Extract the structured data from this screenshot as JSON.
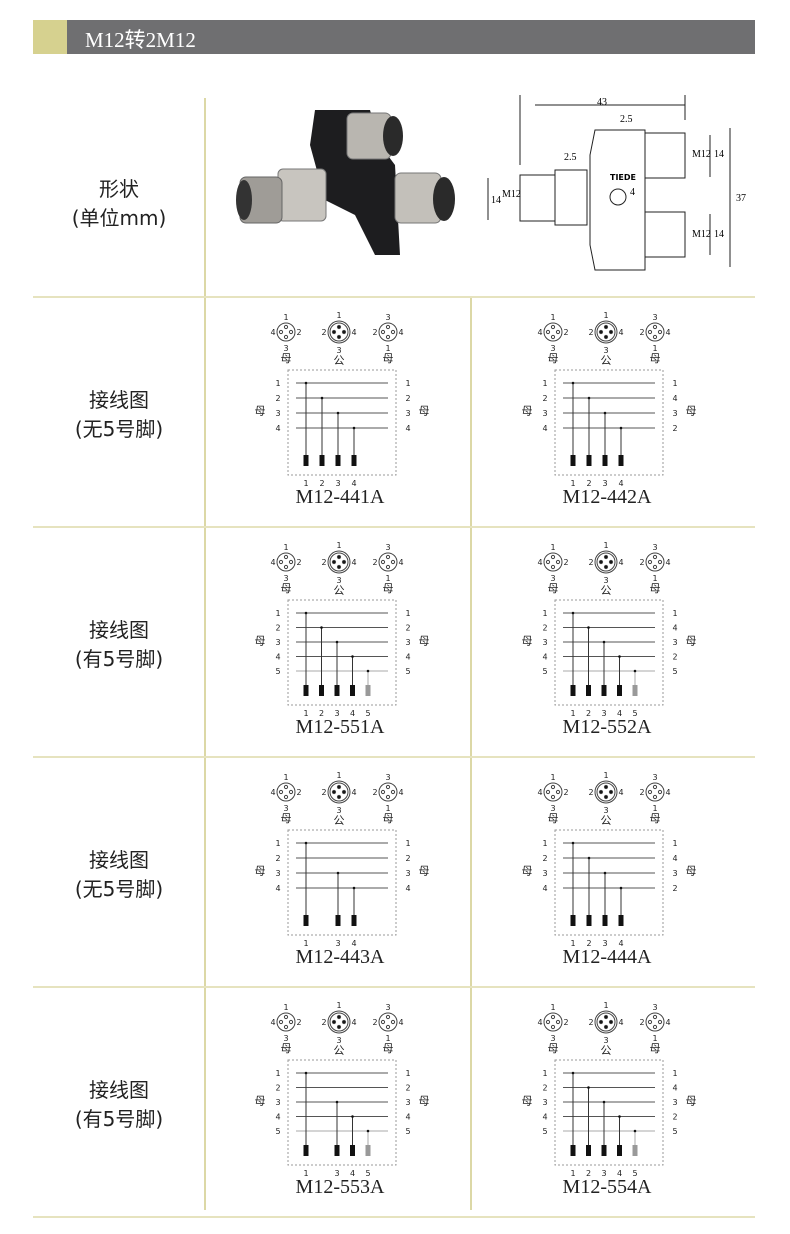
{
  "header": {
    "title": "M12转2M12",
    "accent_color": "#d6d18f",
    "bar_color": "#6f6f71"
  },
  "shape_row": {
    "label": "形状",
    "unit": "(单位mm)",
    "dimensions": {
      "overall_length": "43",
      "gap_top": "2.5",
      "gap_left": "2.5",
      "thread_left": "M12",
      "height_left": "14",
      "thread_top": "M12",
      "height_top": "14",
      "thread_bottom": "M12",
      "height_bottom": "14",
      "hole": "4",
      "overall_height": "37",
      "brand": "TIEDE"
    }
  },
  "connectors": {
    "female": "母",
    "male": "公",
    "left_female_pins": [
      "1",
      "4",
      "2",
      "3"
    ],
    "male_pins": [
      "1",
      "2",
      "4",
      "3"
    ],
    "right_female_pins": [
      "3",
      "2",
      "4",
      "1"
    ]
  },
  "rows": [
    {
      "label": "接线图",
      "sub": "(无5号脚)",
      "diagrams": [
        {
          "model": "M12-441A",
          "left": [
            "1",
            "2",
            "3",
            "4"
          ],
          "right": [
            "1",
            "2",
            "3",
            "4"
          ],
          "bottom": [
            "1",
            "2",
            "3",
            "4"
          ]
        },
        {
          "model": "M12-442A",
          "left": [
            "1",
            "2",
            "3",
            "4"
          ],
          "right": [
            "1",
            "4",
            "3",
            "2"
          ],
          "bottom": [
            "1",
            "2",
            "3",
            "4"
          ]
        }
      ]
    },
    {
      "label": "接线图",
      "sub": "(有5号脚)",
      "diagrams": [
        {
          "model": "M12-551A",
          "left": [
            "1",
            "2",
            "3",
            "4",
            "5"
          ],
          "right": [
            "1",
            "2",
            "3",
            "4",
            "5"
          ],
          "bottom": [
            "1",
            "2",
            "3",
            "4",
            "5"
          ]
        },
        {
          "model": "M12-552A",
          "left": [
            "1",
            "2",
            "3",
            "4",
            "5"
          ],
          "right": [
            "1",
            "4",
            "3",
            "2",
            "5"
          ],
          "bottom": [
            "1",
            "2",
            "3",
            "4",
            "5"
          ]
        }
      ]
    },
    {
      "label": "接线图",
      "sub": "(无5号脚)",
      "diagrams": [
        {
          "model": "M12-443A",
          "left": [
            "1",
            "2",
            "3",
            "4"
          ],
          "right": [
            "1",
            "2",
            "3",
            "4"
          ],
          "bottom": [
            "1",
            "3",
            "4"
          ]
        },
        {
          "model": "M12-444A",
          "left": [
            "1",
            "2",
            "3",
            "4"
          ],
          "right": [
            "1",
            "4",
            "3",
            "2"
          ],
          "bottom": [
            "1",
            "2",
            "3",
            "4"
          ]
        }
      ]
    },
    {
      "label": "接线图",
      "sub": "(有5号脚)",
      "diagrams": [
        {
          "model": "M12-553A",
          "left": [
            "1",
            "2",
            "3",
            "4",
            "5"
          ],
          "right": [
            "1",
            "2",
            "3",
            "4",
            "5"
          ],
          "bottom": [
            "1",
            "3",
            "4",
            "5"
          ]
        },
        {
          "model": "M12-554A",
          "left": [
            "1",
            "2",
            "3",
            "4",
            "5"
          ],
          "right": [
            "1",
            "4",
            "3",
            "2",
            "5"
          ],
          "bottom": [
            "1",
            "2",
            "3",
            "4",
            "5"
          ]
        }
      ]
    }
  ]
}
